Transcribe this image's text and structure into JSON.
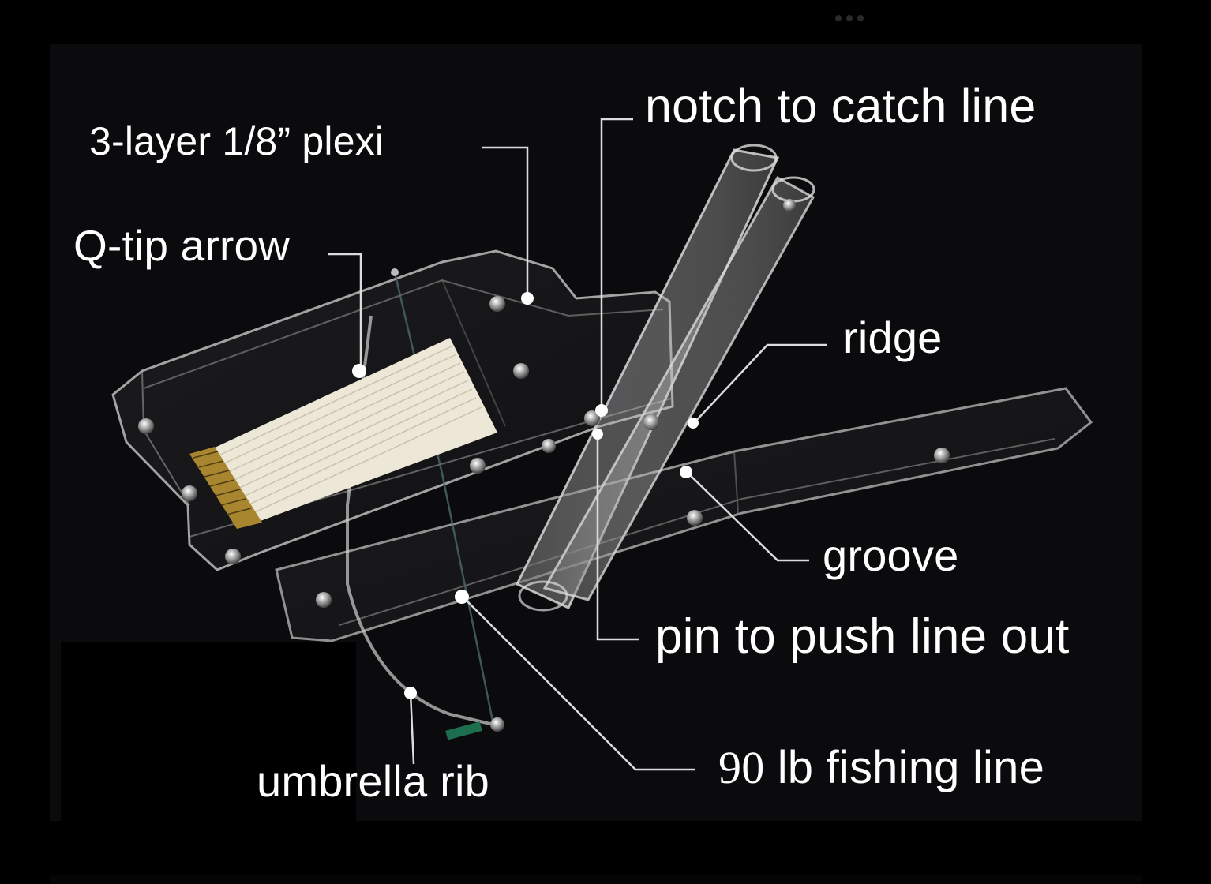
{
  "labels": {
    "plexi": "3-layer 1/8” plexi",
    "qtip": "Q-tip arrow",
    "notch": "notch to catch line",
    "ridge": "ridge",
    "groove": "groove",
    "pin": "pin to push line out",
    "fishing_pre": "90",
    "fishing_post": " lb fishing line",
    "umbrella": "umbrella rib"
  },
  "colors": {
    "background": "#000000",
    "photo_background": "#0b0a0c",
    "text": "#ffffff",
    "leader_line": "#dcdcdc",
    "plexi_edge": "#bfbfbf",
    "qtip_cotton": "#ece7d6",
    "brass_tip": "#a8862f"
  }
}
